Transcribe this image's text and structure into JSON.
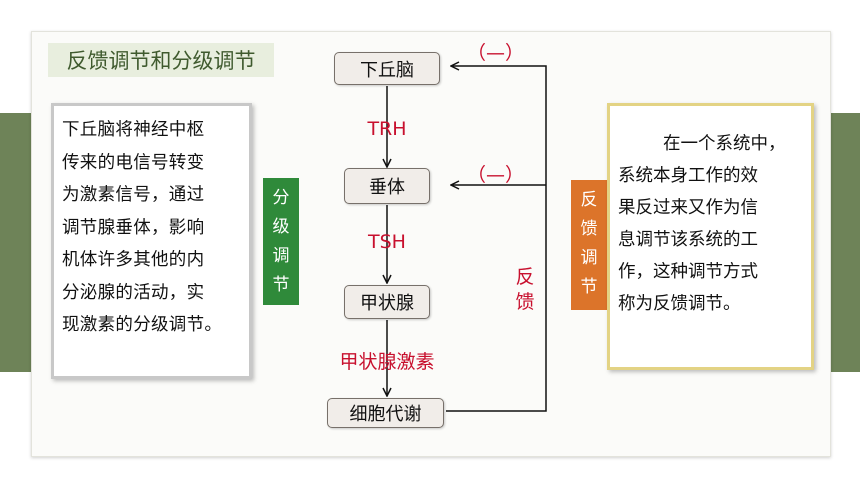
{
  "title": "反馈调节和分级调节",
  "left_box": {
    "lines": [
      "下丘脑将神经中枢",
      "传来的电信号转变",
      "为激素信号，通过",
      "调节腺垂体，影响",
      "机体许多其他的内",
      "分泌腺的活动，实",
      "现激素的分级调节。"
    ]
  },
  "green_label": [
    "分",
    "级",
    "调",
    "节"
  ],
  "orange_label": [
    "反",
    "馈",
    "调",
    "节"
  ],
  "right_box": {
    "lines": [
      "在一个系统中，",
      "系统本身工作的效",
      "果反过来又作为信",
      "息调节该系统的工",
      "作，这种调节方式",
      "称为反馈调节。"
    ]
  },
  "diagram": {
    "nodes": [
      "下丘脑",
      "垂体",
      "甲状腺",
      "细胞代谢"
    ],
    "hormones": [
      "TRH",
      "TSH",
      "甲状腺激素"
    ],
    "negative_signs": [
      "（—）",
      "（—）"
    ],
    "feedback_label": [
      "反",
      "馈"
    ]
  },
  "colors": {
    "band": "#6e8358",
    "title_text": "#3f5a2e",
    "green_label": "#2f8a3a",
    "orange_label": "#dc742a",
    "red_text": "#c8102e",
    "right_border": "#e3d384"
  }
}
